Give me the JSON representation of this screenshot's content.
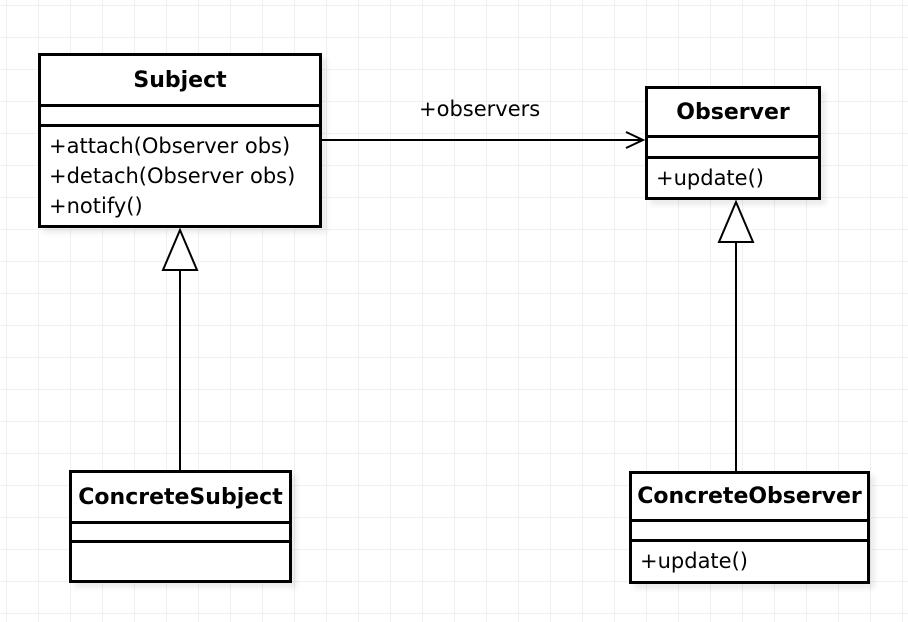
{
  "colors": {
    "stroke": "#000000",
    "fill": "#ffffff",
    "grid": "#f0f0f0",
    "text": "#000000",
    "shadow": "rgba(0,0,0,0.08)"
  },
  "classes": [
    {
      "name": "Subject",
      "attributes": [],
      "methods": [
        "+attach(Observer obs)",
        "+detach(Observer obs)",
        "+notify()"
      ]
    },
    {
      "name": "Observer",
      "attributes": [],
      "methods": [
        "+update()"
      ]
    },
    {
      "name": "ConcreteSubject",
      "attributes": [],
      "methods": []
    },
    {
      "name": "ConcreteObserver",
      "attributes": [],
      "methods": [
        "+update()"
      ]
    }
  ],
  "edges": [
    {
      "type": "association",
      "from": "Subject",
      "to": "Observer",
      "label": "+observers"
    },
    {
      "type": "generalization",
      "from": "ConcreteSubject",
      "to": "Subject",
      "label": ""
    },
    {
      "type": "generalization",
      "from": "ConcreteObserver",
      "to": "Observer",
      "label": ""
    }
  ]
}
